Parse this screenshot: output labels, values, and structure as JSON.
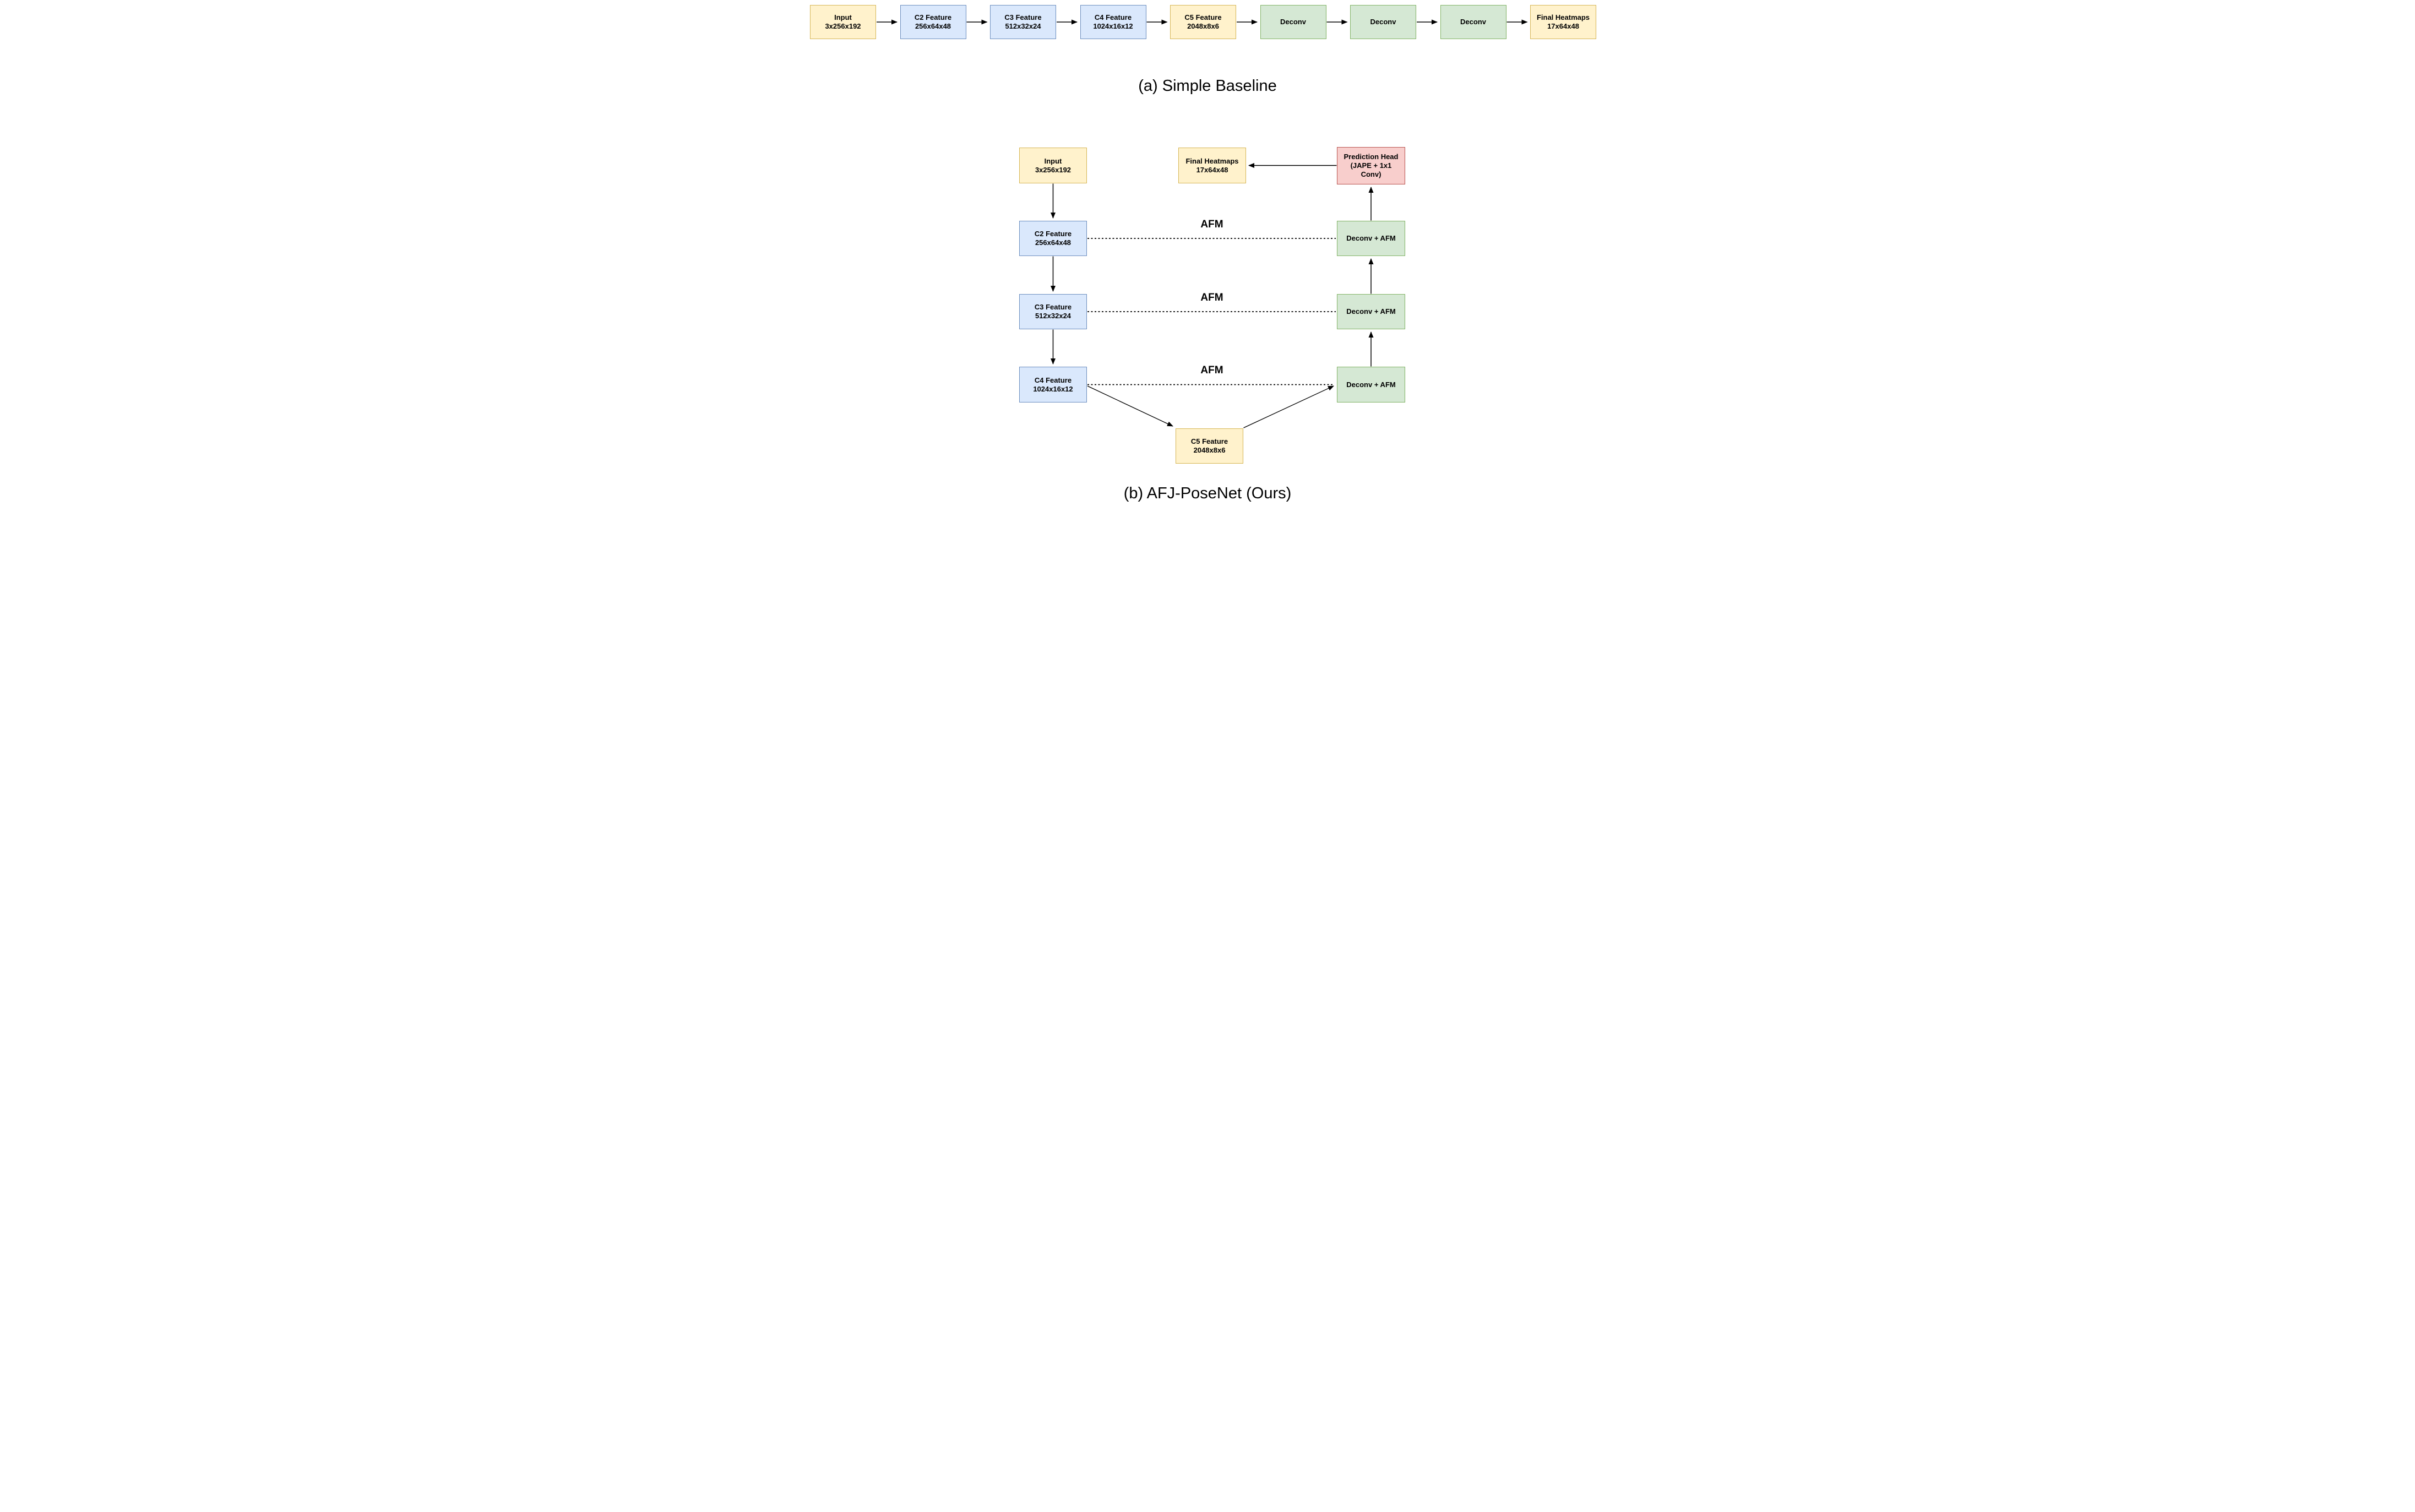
{
  "figure": {
    "background_color": "#FFFFFF",
    "text_color": "#000000"
  },
  "colors": {
    "yellow_fill": "#FFF2CC",
    "yellow_border": "#D6B656",
    "blue_fill": "#DAE8FC",
    "blue_border": "#6C8EBF",
    "green_fill": "#D5E8D4",
    "green_border": "#82B366",
    "red_fill": "#F8CECC",
    "red_border": "#B85450",
    "connector": "#000000"
  },
  "diagram_a": {
    "caption": "(a) Simple Baseline",
    "nodes": [
      {
        "id": "a-input",
        "color": "yellow",
        "lines": [
          "Input",
          "3x256x192"
        ]
      },
      {
        "id": "a-c2",
        "color": "blue",
        "lines": [
          "C2 Feature",
          "256x64x48"
        ]
      },
      {
        "id": "a-c3",
        "color": "blue",
        "lines": [
          "C3 Feature",
          "512x32x24"
        ]
      },
      {
        "id": "a-c4",
        "color": "blue",
        "lines": [
          "C4 Feature",
          "1024x16x12"
        ]
      },
      {
        "id": "a-c5",
        "color": "yellow",
        "lines": [
          "C5 Feature",
          "2048x8x6"
        ]
      },
      {
        "id": "a-deconv1",
        "color": "green",
        "lines": [
          "Deconv"
        ]
      },
      {
        "id": "a-deconv2",
        "color": "green",
        "lines": [
          "Deconv"
        ]
      },
      {
        "id": "a-deconv3",
        "color": "green",
        "lines": [
          "Deconv"
        ]
      },
      {
        "id": "a-final",
        "color": "yellow",
        "lines": [
          "Final Heatmaps",
          "17x64x48"
        ]
      }
    ],
    "edges": [
      {
        "from": "a-input",
        "to": "a-c2",
        "style": "solid-arrow"
      },
      {
        "from": "a-c2",
        "to": "a-c3",
        "style": "solid-arrow"
      },
      {
        "from": "a-c3",
        "to": "a-c4",
        "style": "solid-arrow"
      },
      {
        "from": "a-c4",
        "to": "a-c5",
        "style": "solid-arrow"
      },
      {
        "from": "a-c5",
        "to": "a-deconv1",
        "style": "solid-arrow"
      },
      {
        "from": "a-deconv1",
        "to": "a-deconv2",
        "style": "solid-arrow"
      },
      {
        "from": "a-deconv2",
        "to": "a-deconv3",
        "style": "solid-arrow"
      },
      {
        "from": "a-deconv3",
        "to": "a-final",
        "style": "solid-arrow"
      }
    ]
  },
  "diagram_b": {
    "caption": "(b) AFJ-PoseNet (Ours)",
    "afm_labels": [
      "AFM",
      "AFM",
      "AFM"
    ],
    "nodes": [
      {
        "id": "b-input",
        "color": "yellow",
        "lines": [
          "Input",
          "3x256x192"
        ]
      },
      {
        "id": "b-c2",
        "color": "blue",
        "lines": [
          "C2 Feature",
          "256x64x48"
        ]
      },
      {
        "id": "b-c3",
        "color": "blue",
        "lines": [
          "C3 Feature",
          "512x32x24"
        ]
      },
      {
        "id": "b-c4",
        "color": "blue",
        "lines": [
          "C4 Feature",
          "1024x16x12"
        ]
      },
      {
        "id": "b-c5",
        "color": "yellow",
        "lines": [
          "C5 Feature",
          "2048x8x6"
        ]
      },
      {
        "id": "b-final",
        "color": "yellow",
        "lines": [
          "Final Heatmaps",
          "17x64x48"
        ]
      },
      {
        "id": "b-pred",
        "color": "red",
        "lines": [
          "Prediction Head",
          "(JAPE + 1x1",
          "Conv)"
        ]
      },
      {
        "id": "b-deconv-afm1",
        "color": "green",
        "lines": [
          "Deconv + AFM"
        ]
      },
      {
        "id": "b-deconv-afm2",
        "color": "green",
        "lines": [
          "Deconv + AFM"
        ]
      },
      {
        "id": "b-deconv-afm3",
        "color": "green",
        "lines": [
          "Deconv + AFM"
        ]
      }
    ],
    "edges": [
      {
        "from": "b-input",
        "to": "b-c2",
        "style": "solid-arrow"
      },
      {
        "from": "b-c2",
        "to": "b-c3",
        "style": "solid-arrow"
      },
      {
        "from": "b-c3",
        "to": "b-c4",
        "style": "solid-arrow"
      },
      {
        "from": "b-c4",
        "to": "b-c5",
        "style": "solid-arrow"
      },
      {
        "from": "b-c5",
        "to": "b-deconv-afm3",
        "style": "solid-arrow"
      },
      {
        "from": "b-deconv-afm3",
        "to": "b-deconv-afm2",
        "style": "solid-arrow"
      },
      {
        "from": "b-deconv-afm2",
        "to": "b-deconv-afm1",
        "style": "solid-arrow"
      },
      {
        "from": "b-deconv-afm1",
        "to": "b-pred",
        "style": "solid-arrow"
      },
      {
        "from": "b-pred",
        "to": "b-final",
        "style": "solid-arrow"
      },
      {
        "from": "b-c2",
        "to": "b-deconv-afm1",
        "style": "dashed",
        "label": "AFM"
      },
      {
        "from": "b-c3",
        "to": "b-deconv-afm2",
        "style": "dashed",
        "label": "AFM"
      },
      {
        "from": "b-c4",
        "to": "b-deconv-afm3",
        "style": "dashed",
        "label": "AFM"
      }
    ]
  }
}
